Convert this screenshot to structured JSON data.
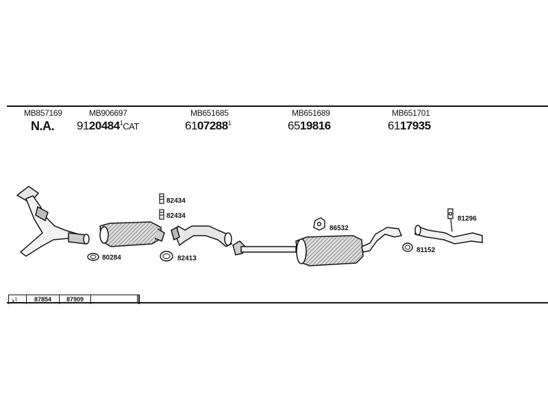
{
  "parts": [
    {
      "oe": "MB857169",
      "number": "N.A.",
      "prefix": "",
      "main": "N.A.",
      "sup": "",
      "suffix": ""
    },
    {
      "oe": "MB906697",
      "prefix": "91",
      "main": "20484",
      "sup": "1",
      "suffix": "CAT"
    },
    {
      "oe": "MB651685",
      "prefix": "61",
      "main": "07288",
      "sup": "1",
      "suffix": ""
    },
    {
      "oe": "MB651689",
      "prefix": "65",
      "main": "19816",
      "sup": "",
      "suffix": ""
    },
    {
      "oe": "MB651701",
      "prefix": "61",
      "main": "17935",
      "sup": "",
      "suffix": ""
    }
  ],
  "labels": {
    "gasket1": "80284",
    "clamp_top": "82434",
    "clamp_bottom": "82434",
    "gasket2": "82413",
    "hanger_mid": "86532",
    "hanger_rear": "81296",
    "gasket_rear": "81152"
  },
  "table": {
    "lambda": "λ",
    "lambda_sup": "1",
    "cells": [
      "87854",
      "87909",
      ""
    ]
  }
}
